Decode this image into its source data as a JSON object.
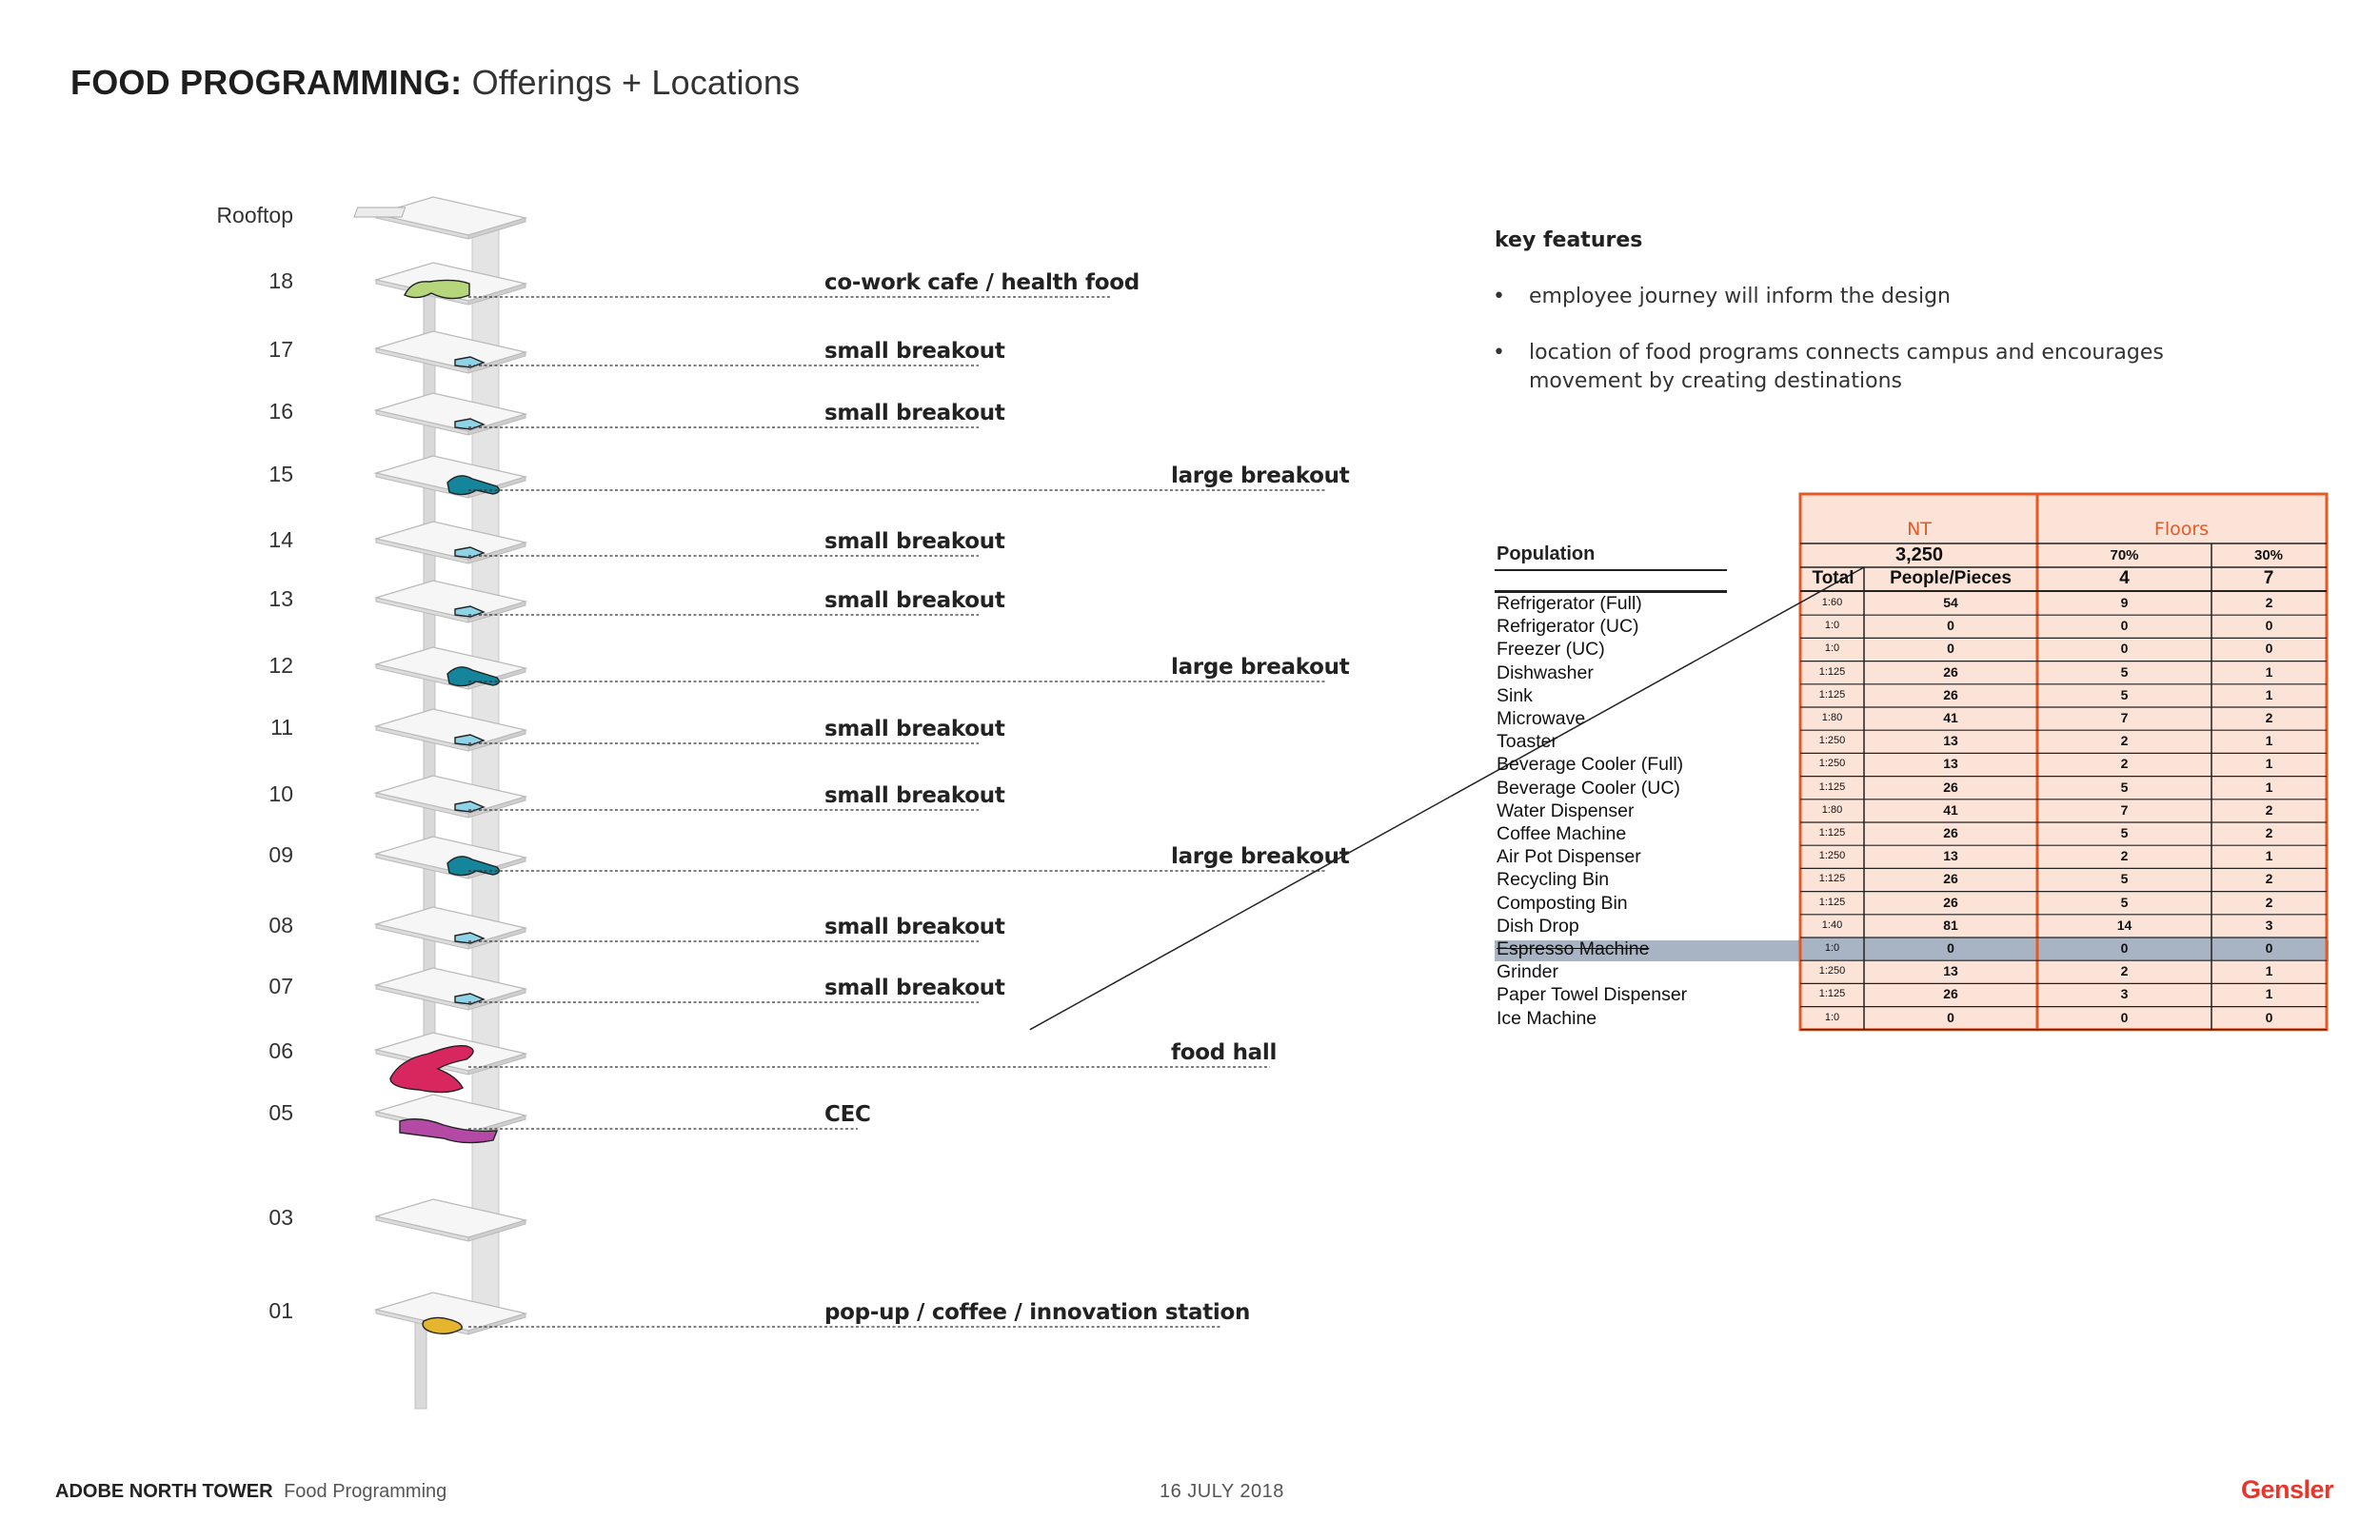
{
  "header": {
    "title_bold": "FOOD PROGRAMMING:",
    "title_rest": "Offerings + Locations"
  },
  "floors": [
    {
      "label": "Rooftop",
      "callout": ""
    },
    {
      "label": "18",
      "callout": "co-work cafe / health food",
      "color": "#b5d67a"
    },
    {
      "label": "17",
      "callout": "small breakout",
      "color": "#8fd3e8"
    },
    {
      "label": "16",
      "callout": "small breakout",
      "color": "#8fd3e8"
    },
    {
      "label": "15",
      "callout": "large breakout",
      "color": "#14859a"
    },
    {
      "label": "14",
      "callout": "small breakout",
      "color": "#8fd3e8"
    },
    {
      "label": "13",
      "callout": "small breakout",
      "color": "#8fd3e8"
    },
    {
      "label": "12",
      "callout": "large breakout",
      "color": "#14859a"
    },
    {
      "label": "11",
      "callout": "small breakout",
      "color": "#8fd3e8"
    },
    {
      "label": "10",
      "callout": "small breakout",
      "color": "#8fd3e8"
    },
    {
      "label": "09",
      "callout": "large breakout",
      "color": "#14859a"
    },
    {
      "label": "08",
      "callout": "small breakout",
      "color": "#8fd3e8"
    },
    {
      "label": "07",
      "callout": "small breakout",
      "color": "#8fd3e8"
    },
    {
      "label": "06",
      "callout": "food hall",
      "color": "#d8265f"
    },
    {
      "label": "05",
      "callout": "CEC",
      "color": "#b54aa6"
    },
    {
      "label": "03",
      "callout": ""
    },
    {
      "label": "01",
      "callout": "pop-up / coffee / innovation station",
      "color": "#e6b52e"
    }
  ],
  "key_features": {
    "title": "key features",
    "bullet": "•",
    "items": [
      "employee journey will inform the design",
      "location of food programs connects campus and encourages movement by creating destinations"
    ]
  },
  "table": {
    "population_label": "Population",
    "nt_label": "NT",
    "floors_label": "Floors",
    "population_value": "3,250",
    "pct_a": "70%",
    "pct_b": "30%",
    "col_total": "Total",
    "col_people": "People/Pieces",
    "floors_a": "4",
    "floors_b": "7",
    "rows": [
      {
        "name": "Refrigerator (Full)",
        "ratio": "1:60",
        "people": "54",
        "a": "9",
        "b": "2"
      },
      {
        "name": "Refrigerator (UC)",
        "ratio": "1:0",
        "people": "0",
        "a": "0",
        "b": "0"
      },
      {
        "name": "Freezer (UC)",
        "ratio": "1:0",
        "people": "0",
        "a": "0",
        "b": "0"
      },
      {
        "name": "Dishwasher",
        "ratio": "1:125",
        "people": "26",
        "a": "5",
        "b": "1"
      },
      {
        "name": "Sink",
        "ratio": "1:125",
        "people": "26",
        "a": "5",
        "b": "1"
      },
      {
        "name": "Microwave",
        "ratio": "1:80",
        "people": "41",
        "a": "7",
        "b": "2"
      },
      {
        "name": "Toaster",
        "ratio": "1:250",
        "people": "13",
        "a": "2",
        "b": "1"
      },
      {
        "name": "Beverage Cooler (Full)",
        "ratio": "1:250",
        "people": "13",
        "a": "2",
        "b": "1"
      },
      {
        "name": "Beverage Cooler (UC)",
        "ratio": "1:125",
        "people": "26",
        "a": "5",
        "b": "1"
      },
      {
        "name": "Water Dispenser",
        "ratio": "1:80",
        "people": "41",
        "a": "7",
        "b": "2"
      },
      {
        "name": "Coffee Machine",
        "ratio": "1:125",
        "people": "26",
        "a": "5",
        "b": "2"
      },
      {
        "name": "Air Pot Dispenser",
        "ratio": "1:250",
        "people": "13",
        "a": "2",
        "b": "1"
      },
      {
        "name": "Recycling Bin",
        "ratio": "1:125",
        "people": "26",
        "a": "5",
        "b": "2"
      },
      {
        "name": "Composting Bin",
        "ratio": "1:125",
        "people": "26",
        "a": "5",
        "b": "2"
      },
      {
        "name": "Dish Drop",
        "ratio": "1:40",
        "people": "81",
        "a": "14",
        "b": "3"
      },
      {
        "name": "Espresso Machine",
        "ratio": "1:0",
        "people": "0",
        "a": "0",
        "b": "0",
        "struck": true
      },
      {
        "name": "Grinder",
        "ratio": "1:250",
        "people": "13",
        "a": "2",
        "b": "1"
      },
      {
        "name": "Paper Towel Dispenser",
        "ratio": "1:125",
        "people": "26",
        "a": "3",
        "b": "1"
      },
      {
        "name": "Ice Machine",
        "ratio": "1:0",
        "people": "0",
        "a": "0",
        "b": "0"
      }
    ]
  },
  "footer": {
    "project_bold": "ADOBE NORTH TOWER",
    "project_rest": "Food Programming",
    "date": "16 JULY 2018",
    "brand": "Gensler"
  },
  "colors": {
    "accent_orange": "#e25a28",
    "table_fill": "#fbe3d8",
    "highlight": "#a8b4c4",
    "brand_red": "#e8372a"
  }
}
